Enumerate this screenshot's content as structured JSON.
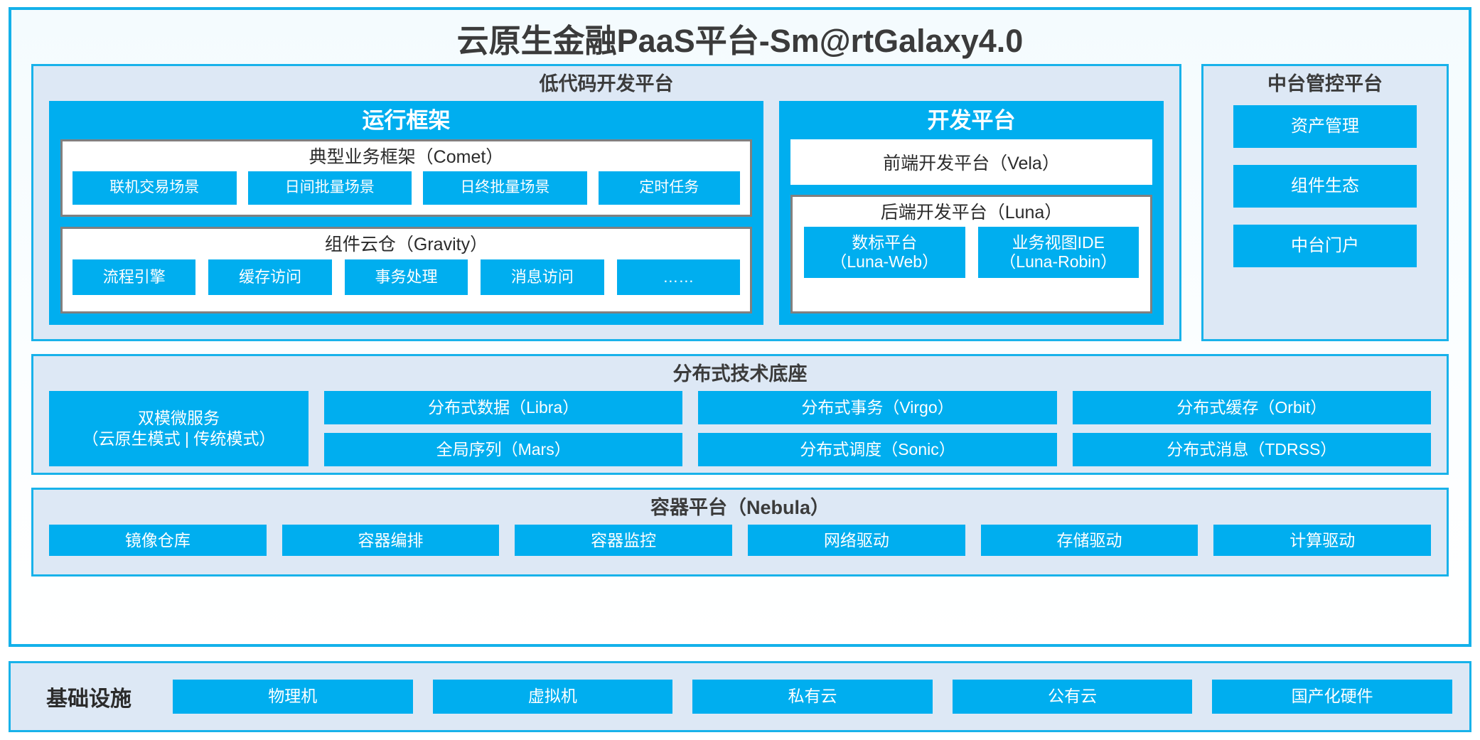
{
  "platform": {
    "title": "云原生金融PaaS平台-Sm@rtGalaxy4.0",
    "accent_blue": "#00AEEF",
    "frame_border": "#14B1EA",
    "panel_bg": "#DDE8F5",
    "box_border_gray": "#808080"
  },
  "lowcode": {
    "title": "低代码开发平台",
    "runtime": {
      "title": "运行框架",
      "comet": {
        "title": "典型业务框架（Comet）",
        "items": [
          "联机交易场景",
          "日间批量场景",
          "日终批量场景",
          "定时任务"
        ]
      },
      "gravity": {
        "title": "组件云仓（Gravity）",
        "items": [
          "流程引擎",
          "缓存访问",
          "事务处理",
          "消息访问",
          "……"
        ]
      }
    },
    "devplatform": {
      "title": "开发平台",
      "frontend": "前端开发平台（Vela）",
      "backend": {
        "title": "后端开发平台（Luna）",
        "items": [
          {
            "name": "数标平台",
            "code": "（Luna-Web）"
          },
          {
            "name": "业务视图IDE",
            "code": "（Luna-Robin）"
          }
        ]
      }
    }
  },
  "midplatform": {
    "title": "中台管控平台",
    "items": [
      "资产管理",
      "组件生态",
      "中台门户"
    ]
  },
  "distributed": {
    "title": "分布式技术底座",
    "microservice": {
      "line1": "双模微服务",
      "line2": "（云原生模式 | 传统模式）"
    },
    "columns": [
      [
        "分布式数据（Libra）",
        "全局序列（Mars）"
      ],
      [
        "分布式事务（Virgo）",
        "分布式调度（Sonic）"
      ],
      [
        "分布式缓存（Orbit）",
        "分布式消息（TDRSS）"
      ]
    ]
  },
  "container": {
    "title": "容器平台（Nebula）",
    "items": [
      "镜像仓库",
      "容器编排",
      "容器监控",
      "网络驱动",
      "存储驱动",
      "计算驱动"
    ]
  },
  "infrastructure": {
    "label": "基础设施",
    "items": [
      "物理机",
      "虚拟机",
      "私有云",
      "公有云",
      "国产化硬件"
    ]
  }
}
